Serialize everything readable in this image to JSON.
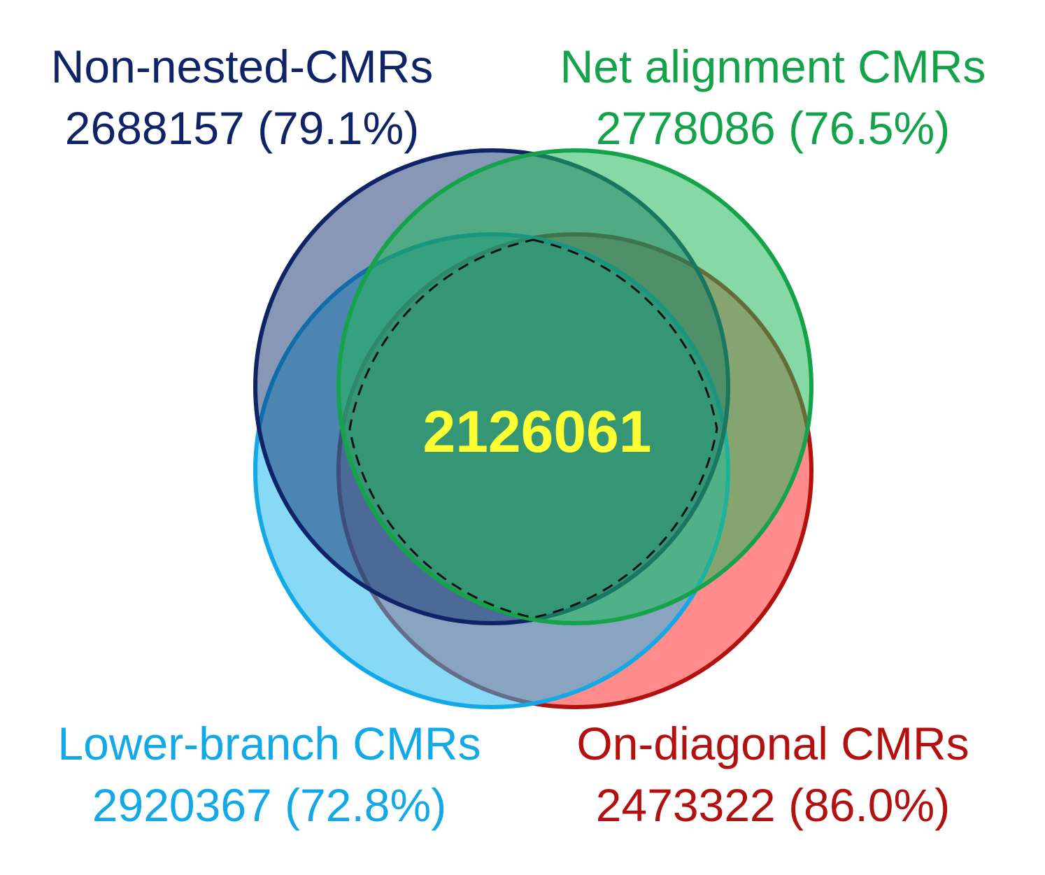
{
  "diagram": {
    "sets": [
      {
        "id": "non-nested",
        "name": "Non-nested-CMRs",
        "count_label": "2688157 (79.1%)",
        "count": 2688157,
        "percent": 79.1,
        "color": "#0f2466",
        "fill": "#0f2f6e"
      },
      {
        "id": "net-alignment",
        "name": "Net alignment CMRs",
        "count_label": "2778086 (76.5%)",
        "count": 2778086,
        "percent": 76.5,
        "color": "#14a34a",
        "fill": "#22b95a"
      },
      {
        "id": "lower-branch",
        "name": "Lower-branch CMRs",
        "count_label": "2920367 (72.8%)",
        "count": 2920367,
        "percent": 72.8,
        "color": "#12a9e6",
        "fill": "#27b9ef"
      },
      {
        "id": "on-diagonal",
        "name": "On-diagonal CMRs",
        "count_label": "2473322 (86.0%)",
        "count": 2473322,
        "percent": 86.0,
        "color": "#b31010",
        "fill": "#ff2b2b"
      }
    ],
    "intersection": {
      "count_label": "2126061",
      "count": 2126061,
      "color": "#ffff33"
    }
  }
}
